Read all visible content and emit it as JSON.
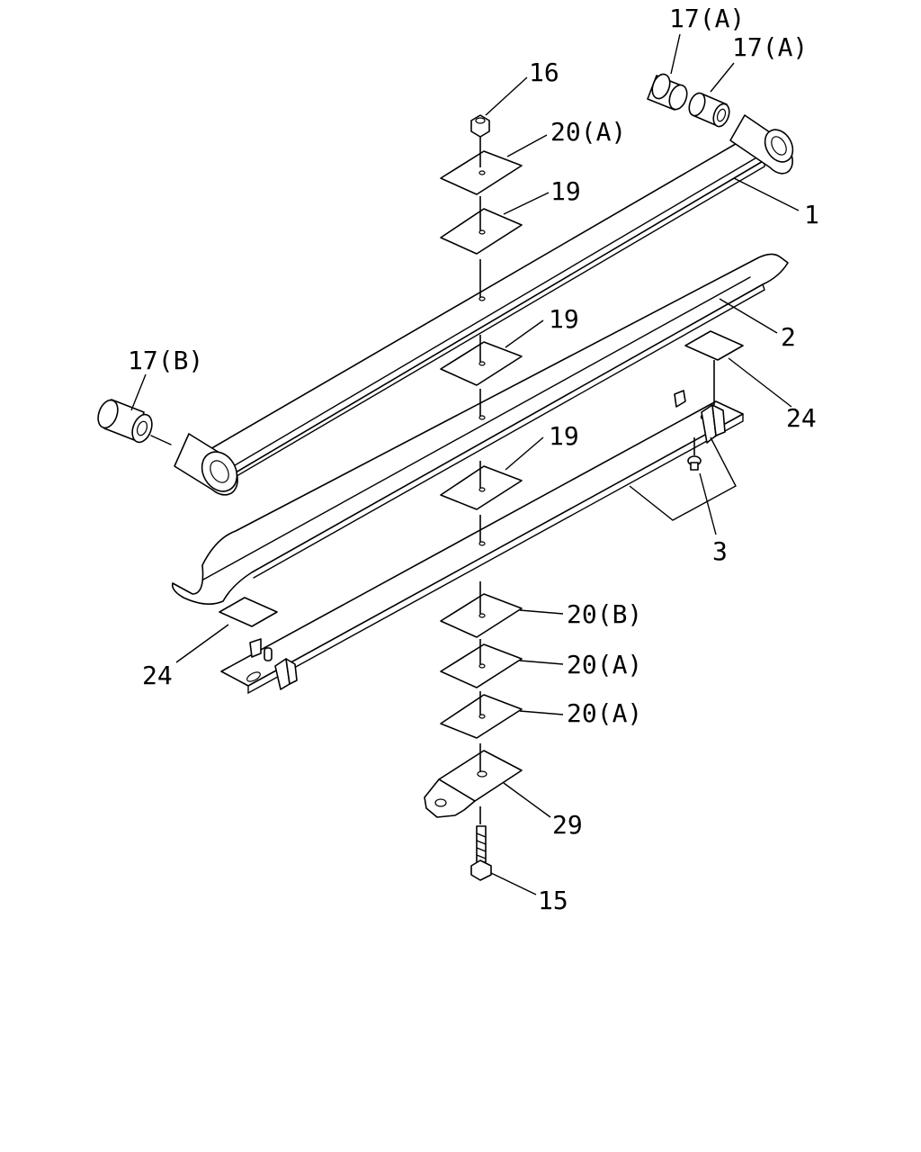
{
  "diagram": {
    "callouts": [
      {
        "id": "c17a1",
        "text": "17(A)"
      },
      {
        "id": "c17a2",
        "text": "17(A)"
      },
      {
        "id": "c16",
        "text": "16"
      },
      {
        "id": "c20a_top",
        "text": "20(A)"
      },
      {
        "id": "c19_1",
        "text": "19"
      },
      {
        "id": "c1",
        "text": "1"
      },
      {
        "id": "c19_2",
        "text": "19"
      },
      {
        "id": "c2",
        "text": "2"
      },
      {
        "id": "c17b",
        "text": "17(B)"
      },
      {
        "id": "c24_r",
        "text": "24"
      },
      {
        "id": "c19_3",
        "text": "19"
      },
      {
        "id": "c3",
        "text": "3"
      },
      {
        "id": "c24_l",
        "text": "24"
      },
      {
        "id": "c20b",
        "text": "20(B)"
      },
      {
        "id": "c20a_2",
        "text": "20(A)"
      },
      {
        "id": "c20a_3",
        "text": "20(A)"
      },
      {
        "id": "c29",
        "text": "29"
      },
      {
        "id": "c15",
        "text": "15"
      }
    ]
  }
}
